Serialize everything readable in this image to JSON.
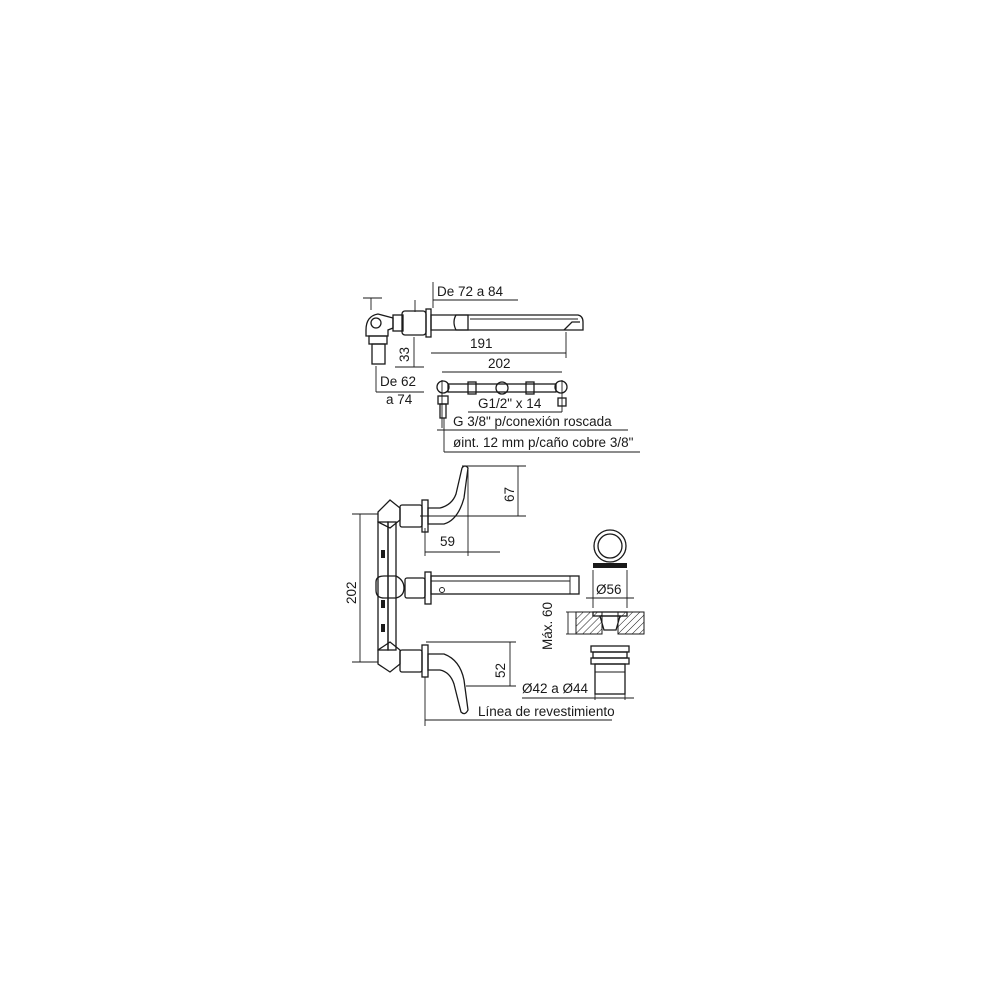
{
  "labels": {
    "top_depth": "De 72 a 84",
    "spout_length": "191",
    "side_height": "33",
    "base_depth_1": "De 62",
    "base_depth_2": "a 74",
    "valve_spacing": "202",
    "inlet_thread": "G1/2\" x 14",
    "connection_thread": "G 3/8\" p/conexión roscada",
    "pipe_diameter": "øint. 12 mm p/caño cobre 3/8\"",
    "handle_height_top": "67",
    "handle_depth": "59",
    "front_spacing": "202",
    "handle_height_bottom": "52",
    "wall_line": "Línea de revestimiento",
    "rosette_diameter": "Ø56",
    "max_thickness": "Máx. 60",
    "hole_diameter": "Ø42 a Ø44"
  }
}
